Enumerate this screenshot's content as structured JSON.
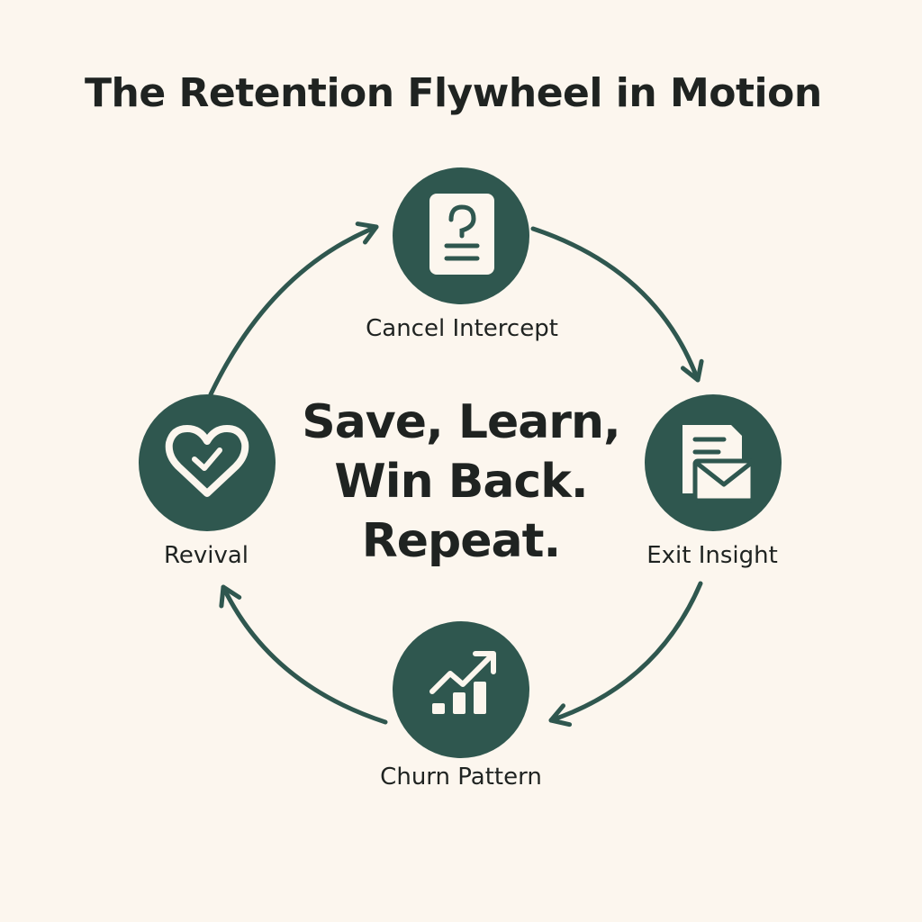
{
  "title": "The Retention Flywheel in Motion",
  "center": {
    "line1": "Save, Learn,",
    "line2": "Win Back.",
    "line3": "Repeat."
  },
  "nodes": [
    {
      "label": "Cancel Intercept",
      "icon": "question-document-icon"
    },
    {
      "label": "Exit Insight",
      "icon": "document-envelope-icon"
    },
    {
      "label": "Churn Pattern",
      "icon": "rising-bar-chart-icon"
    },
    {
      "label": "Revival",
      "icon": "heart-check-icon"
    }
  ],
  "colors": {
    "background": "#fcf6ee",
    "accent": "#2f574f",
    "icon_fill": "#fcf6ee",
    "text": "#1f2321"
  }
}
